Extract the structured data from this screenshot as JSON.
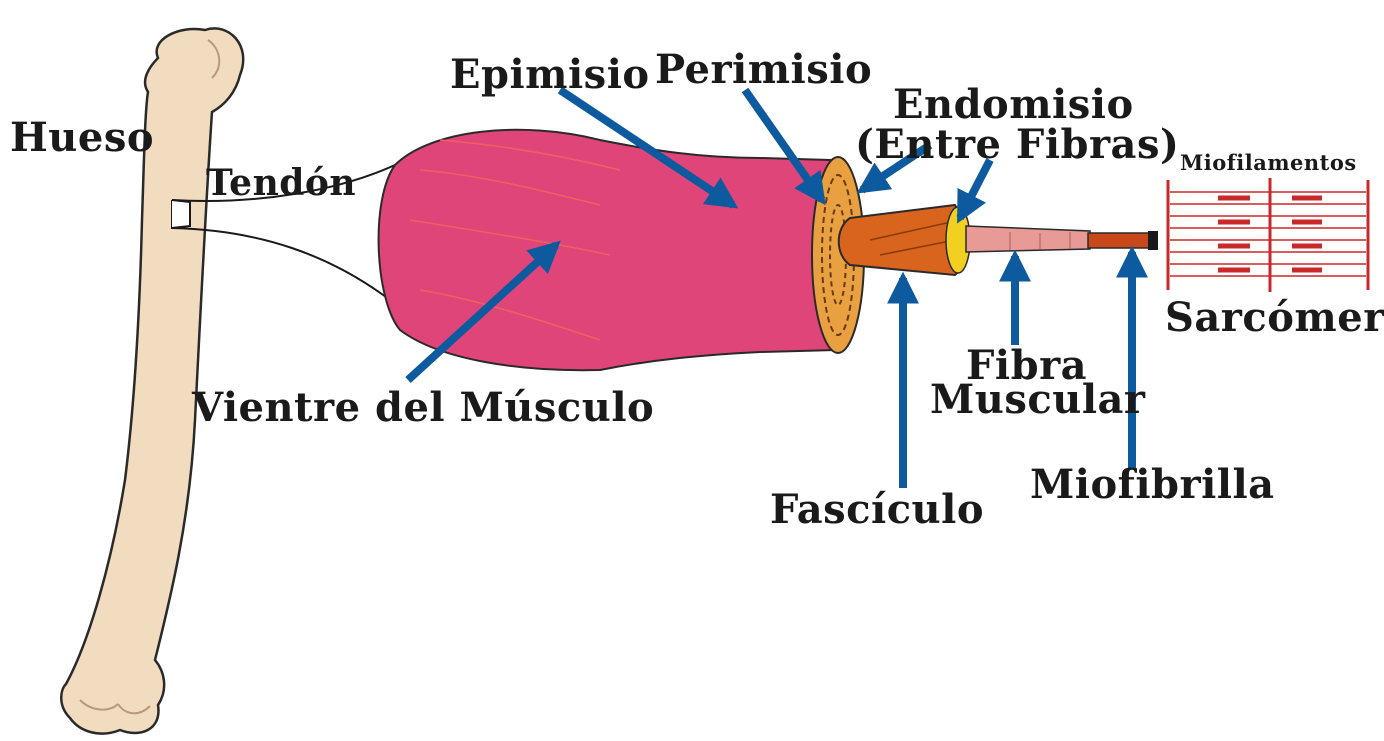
{
  "labels": {
    "hueso": "Hueso",
    "tendon": "Tendón",
    "epimisio": "Epimisio",
    "perimisio": "Perimisio",
    "endomisio": "Endomisio",
    "entre_fibras": "(Entre Fibras)",
    "miofilamentos": "Miofilamentos",
    "sarcomero": "Sarcómero",
    "fibra": "Fibra",
    "muscular": "Muscular",
    "vientre": "Vientre del Músculo",
    "fasciculo": "Fascículo",
    "miofibrilla": "Miofibrilla"
  },
  "colors": {
    "bone": "#f2dcc0",
    "muscle": "#e0457a",
    "muscle_stripe": "#f06060",
    "fascicle": "#d8641e",
    "cross_section": "#e8a040",
    "endomysium": "#f2d020",
    "fiber": "#e89a96",
    "myofibril": "#c8481a",
    "sarcomere": "#c82828",
    "arrow": "#0d5a9e",
    "text": "#1a1a1a"
  }
}
